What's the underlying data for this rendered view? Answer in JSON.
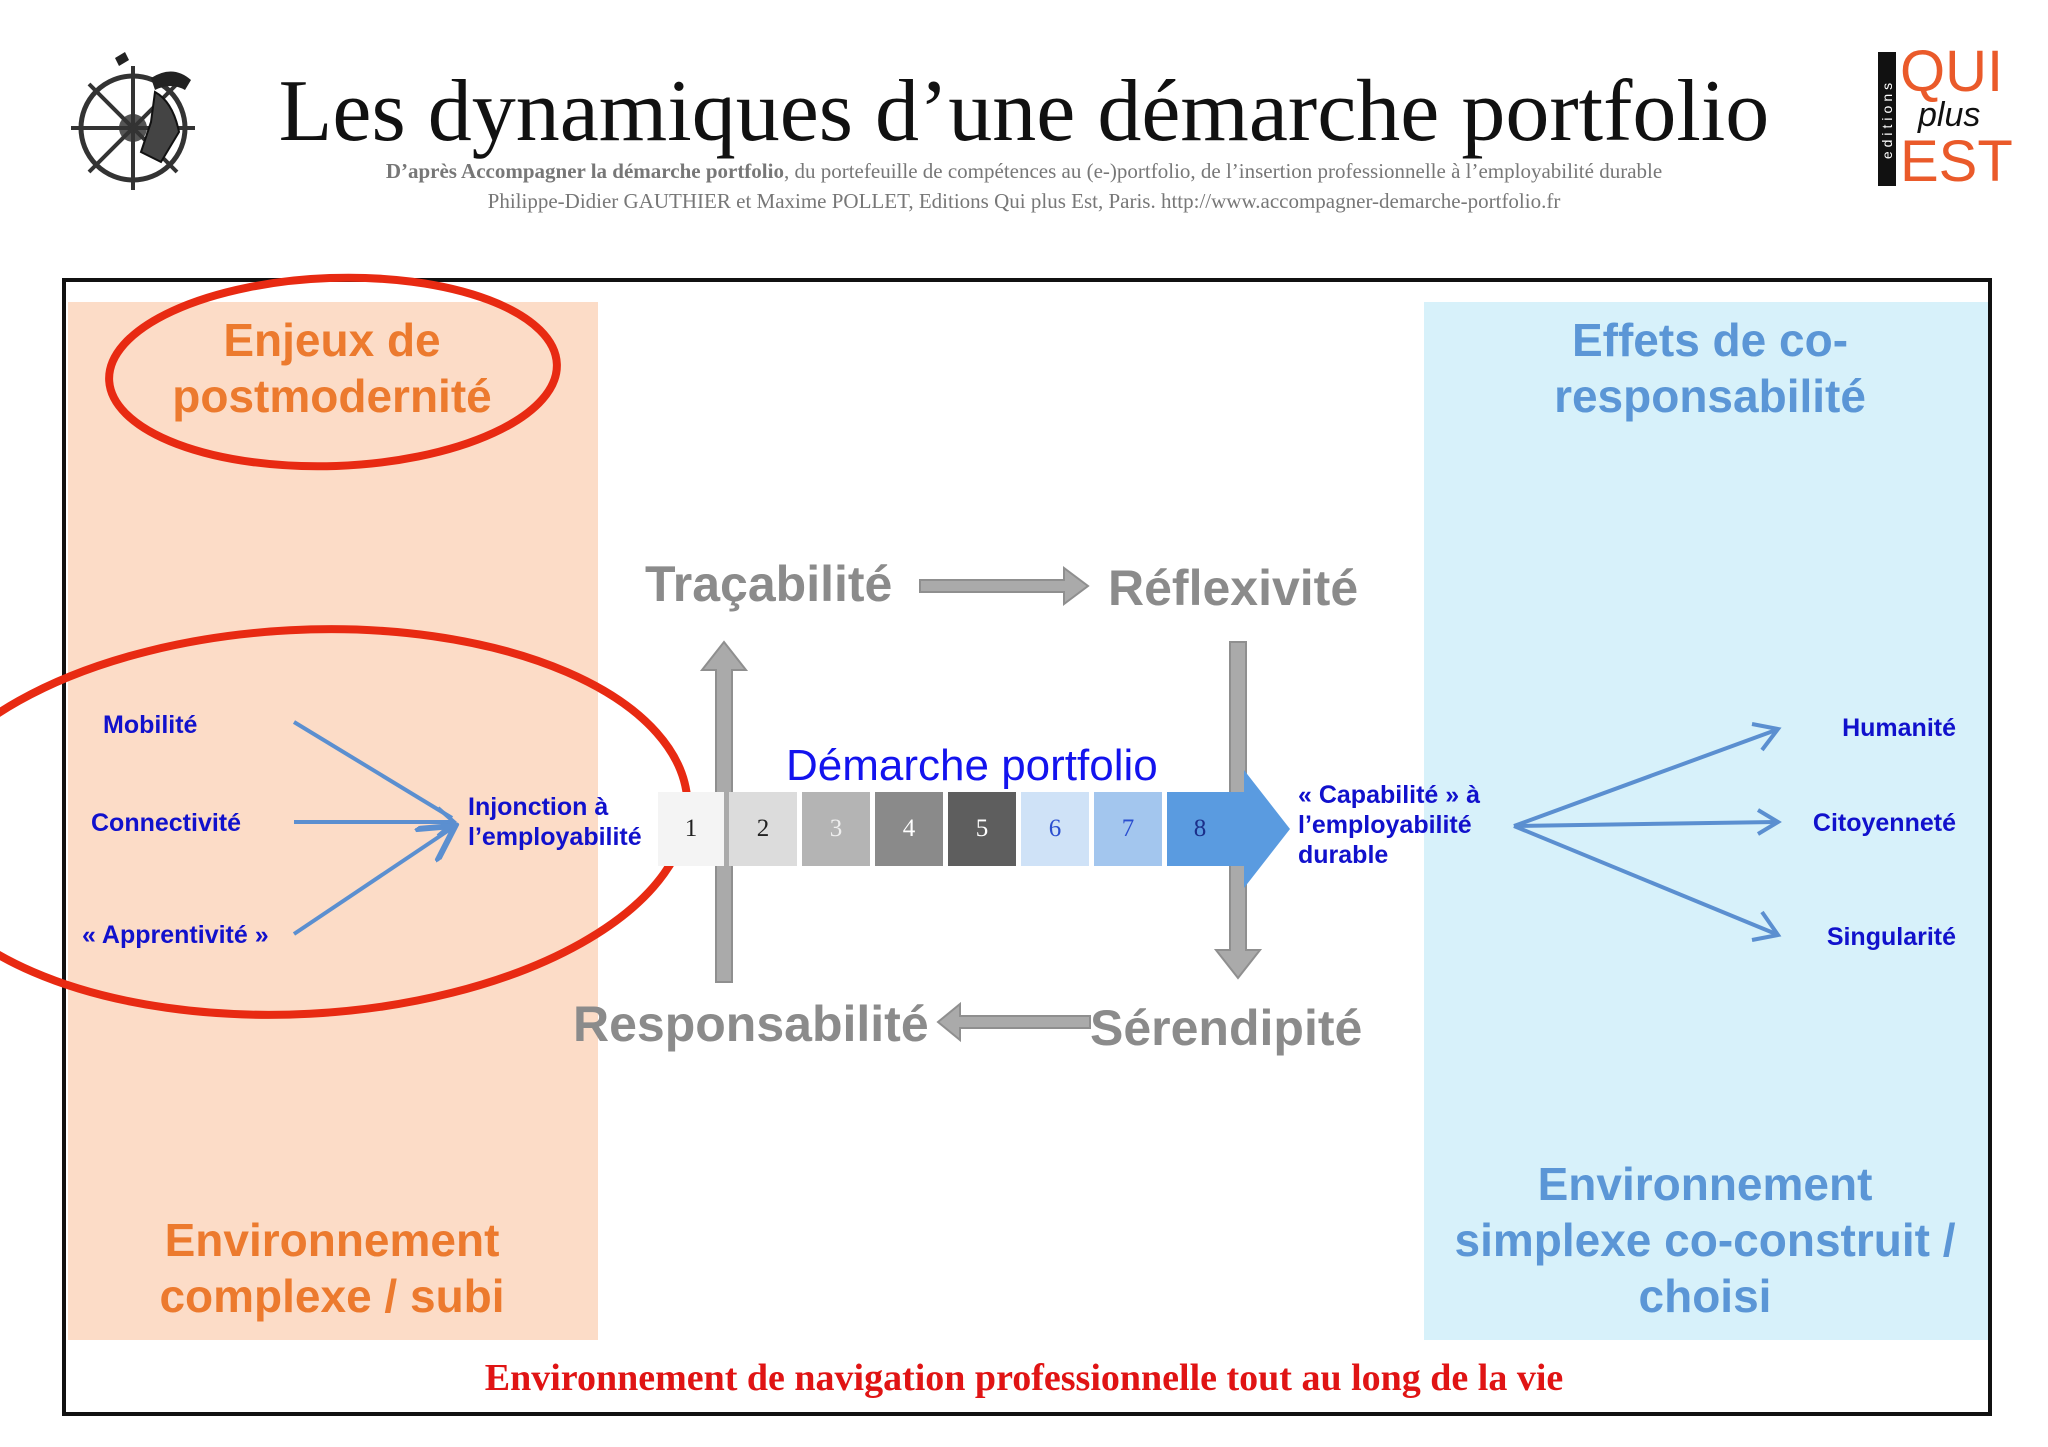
{
  "header": {
    "title": "Les dynamiques d’une démarche portfolio",
    "subtitle_bold": "D’après Accompagner la démarche portfolio",
    "subtitle_rest": ", du portefeuille de compétences au (e-)portfolio, de l’insertion professionnelle à l’employabilité durable",
    "subtitle_line2": "Philippe-Didier GAUTHIER et Maxime POLLET, Editions Qui plus Est, Paris. http://www.accompagner-demarche-portfolio.fr"
  },
  "logo": {
    "vertical": "editions",
    "qui": "QUI",
    "plus": "plus",
    "est": "EST"
  },
  "left_panel": {
    "heading": "Enjeux de postmodernité",
    "items": [
      "Mobilité",
      "Connectivité",
      "« Apprentivité »"
    ],
    "target": "Injonction à l’employabilité",
    "bottom": "Environnement complexe / subi"
  },
  "center": {
    "top_left": "Traçabilité",
    "top_right": "Réflexivité",
    "bottom_left": "Responsabilité",
    "bottom_right": "Sérendipité",
    "arrow_label": "Démarche portfolio",
    "steps": [
      "1",
      "2",
      "3",
      "4",
      "5",
      "6",
      "7",
      "8"
    ],
    "output": "« Capabilité » à l’employabilité durable"
  },
  "right_panel": {
    "heading": "Effets de co-responsabilité",
    "items": [
      "Humanité",
      "Citoyenneté",
      "Singularité"
    ],
    "bottom": "Environnement simplexe co-construit / choisi"
  },
  "footer": "Environnement de navigation professionnelle tout au long de la vie",
  "colors": {
    "orange": "#ec7a2e",
    "light_blue": "#5b96d6",
    "label_blue": "#1111cc",
    "highlight_red": "#e82a12",
    "footer_red": "#e01414"
  }
}
